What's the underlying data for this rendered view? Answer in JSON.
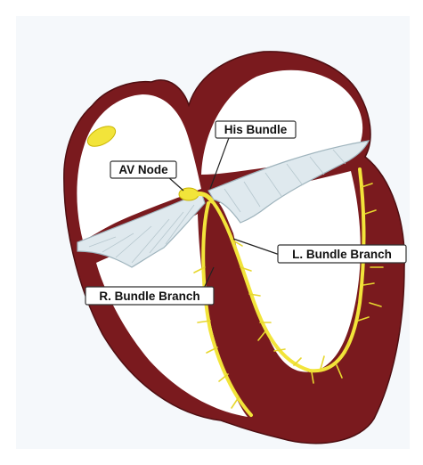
{
  "labels": {
    "his_bundle": "His Bundle",
    "av_node": "AV Node",
    "left_bundle_branch": "L. Bundle Branch",
    "right_bundle_branch": "R. Bundle Branch"
  },
  "colors": {
    "background": "#f5f8fb",
    "myocardium": "#7a1a1e",
    "chamber": "#ffffff",
    "valve": "#dfe9ee",
    "conduction": "#f2e43a",
    "label_border": "#333333"
  }
}
